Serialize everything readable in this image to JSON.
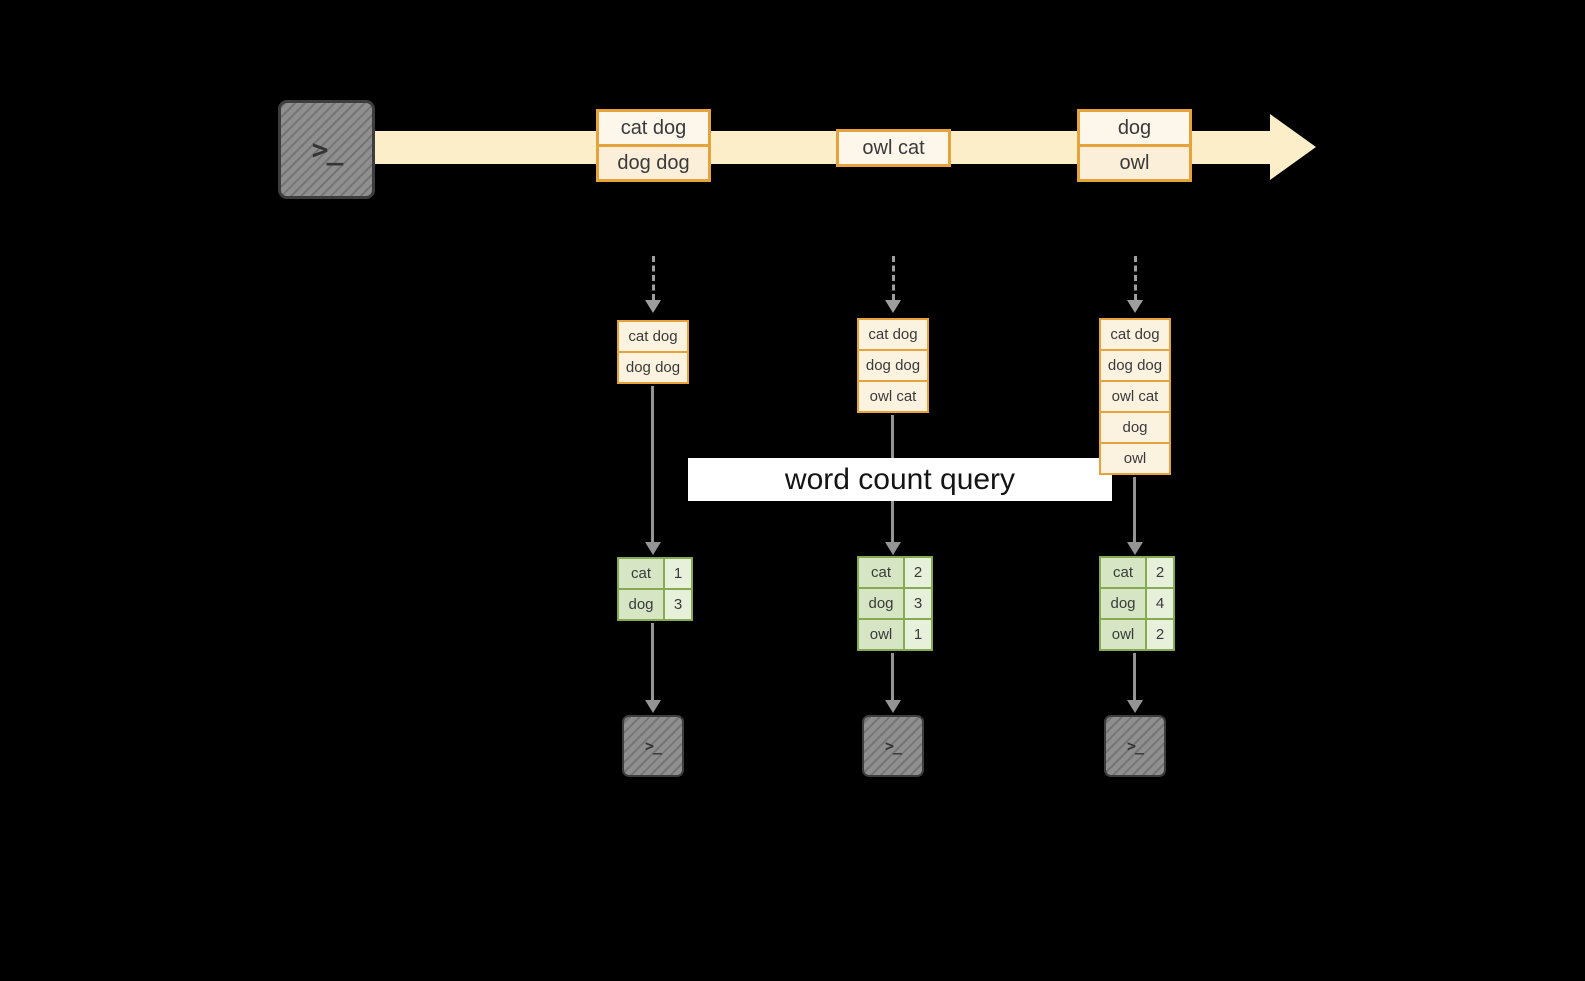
{
  "banner": {
    "label": "word count query"
  },
  "source": {
    "glyph": ">_"
  },
  "timeline": {
    "events": [
      {
        "lines": [
          "cat dog",
          "dog dog"
        ]
      },
      {
        "lines": [
          "owl cat"
        ]
      },
      {
        "lines": [
          "dog",
          "owl"
        ]
      }
    ]
  },
  "columns": [
    {
      "state": [
        "cat dog",
        "dog dog"
      ],
      "result": [
        {
          "word": "cat",
          "count": "1"
        },
        {
          "word": "dog",
          "count": "3"
        }
      ],
      "sink_glyph": ">_"
    },
    {
      "state": [
        "cat dog",
        "dog dog",
        "owl cat"
      ],
      "result": [
        {
          "word": "cat",
          "count": "2"
        },
        {
          "word": "dog",
          "count": "3"
        },
        {
          "word": "owl",
          "count": "1"
        }
      ],
      "sink_glyph": ">_"
    },
    {
      "state": [
        "cat dog",
        "dog dog",
        "owl cat",
        "dog",
        "owl"
      ],
      "result": [
        {
          "word": "cat",
          "count": "2"
        },
        {
          "word": "dog",
          "count": "4"
        },
        {
          "word": "owl",
          "count": "2"
        }
      ],
      "sink_glyph": ">_"
    }
  ],
  "colors": {
    "background": "#000000",
    "stream_arrow": "#fbeec8",
    "event_border": "#e6a33c",
    "event_fill": "#fdf6ea",
    "state_fill": "#fcf2e0",
    "table_border": "#86aa50",
    "table_fill": "#dbe9cd",
    "flow_arrow": "#949494",
    "terminal_fill": "#8f8f8f",
    "banner_bg": "#ffffff"
  }
}
